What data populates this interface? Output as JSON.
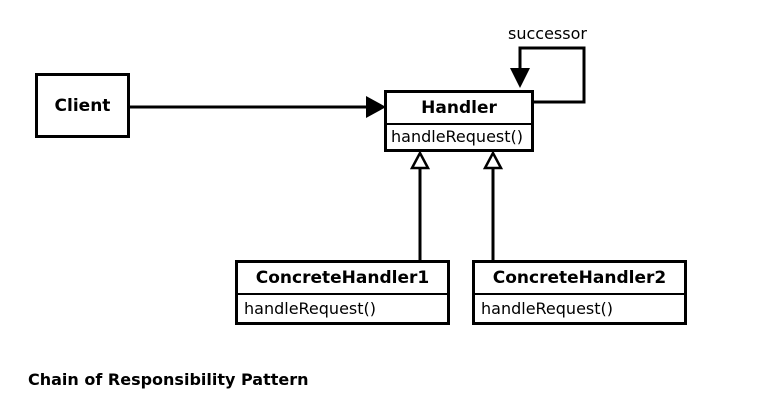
{
  "client": {
    "label": "Client"
  },
  "handler": {
    "name": "Handler",
    "method": "handleRequest()"
  },
  "concrete_handler_1": {
    "name": "ConcreteHandler1",
    "method": "handleRequest()"
  },
  "concrete_handler_2": {
    "name": "ConcreteHandler2",
    "method": "handleRequest()"
  },
  "successor_label": "successor",
  "caption": "Chain of Responsibility Pattern"
}
